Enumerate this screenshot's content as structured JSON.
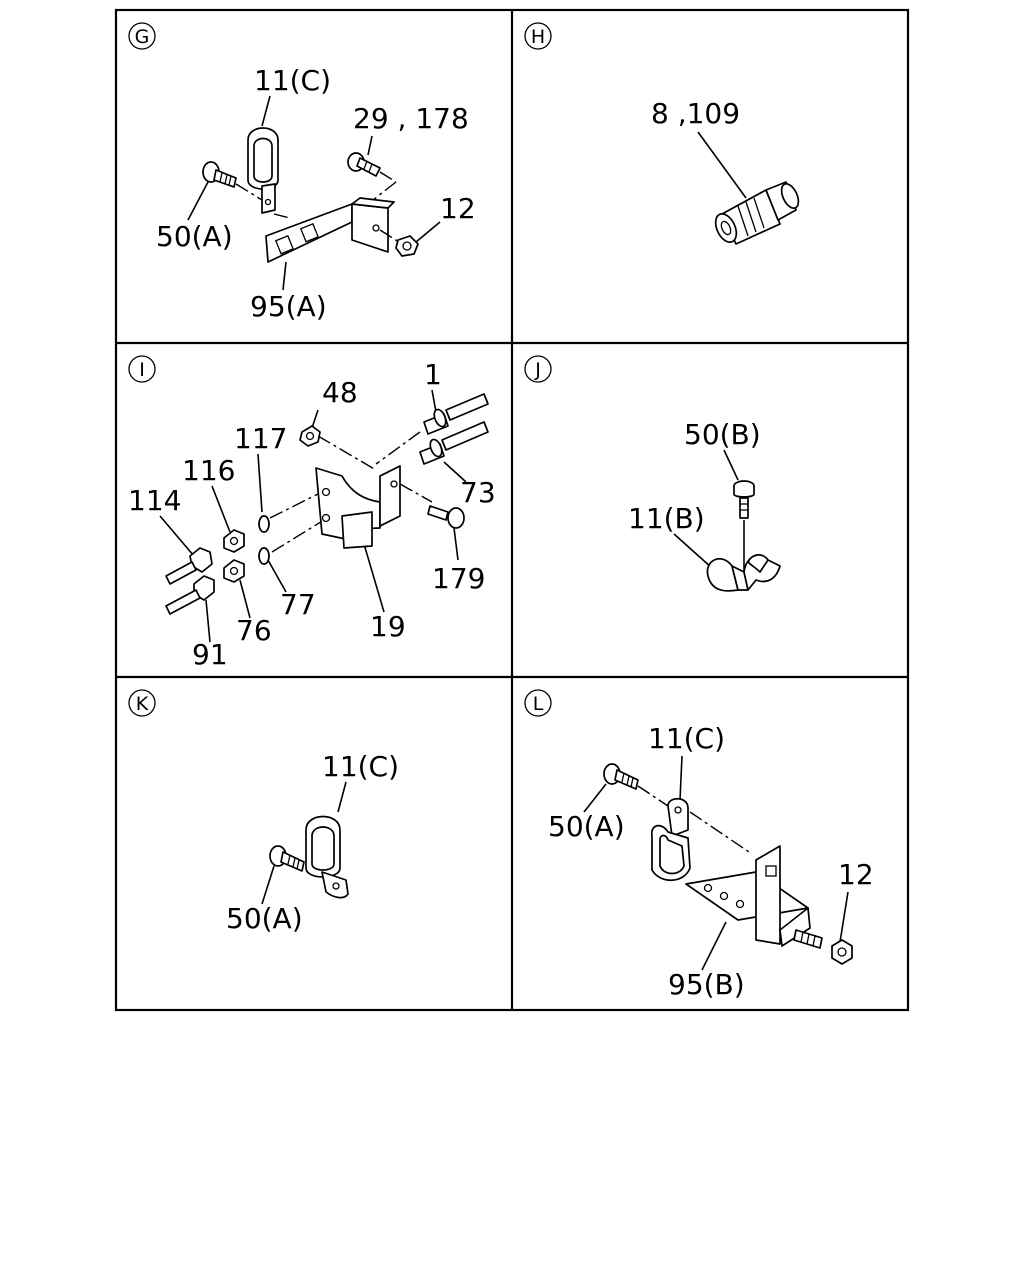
{
  "panels": [
    {
      "marker": "G",
      "labels": [
        "11(C)",
        "29 , 178",
        "50(A)",
        "12",
        "95(A)"
      ]
    },
    {
      "marker": "H",
      "labels": [
        "8 ,109"
      ]
    },
    {
      "marker": "I",
      "labels": [
        "48",
        "1",
        "117",
        "116",
        "114",
        "73",
        "179",
        "77",
        "76",
        "19",
        "91"
      ]
    },
    {
      "marker": "J",
      "labels": [
        "50(B)",
        "11(B)"
      ]
    },
    {
      "marker": "K",
      "labels": [
        "11(C)",
        "50(A)"
      ]
    },
    {
      "marker": "L",
      "labels": [
        "11(C)",
        "50(A)",
        "12",
        "95(B)"
      ]
    }
  ]
}
